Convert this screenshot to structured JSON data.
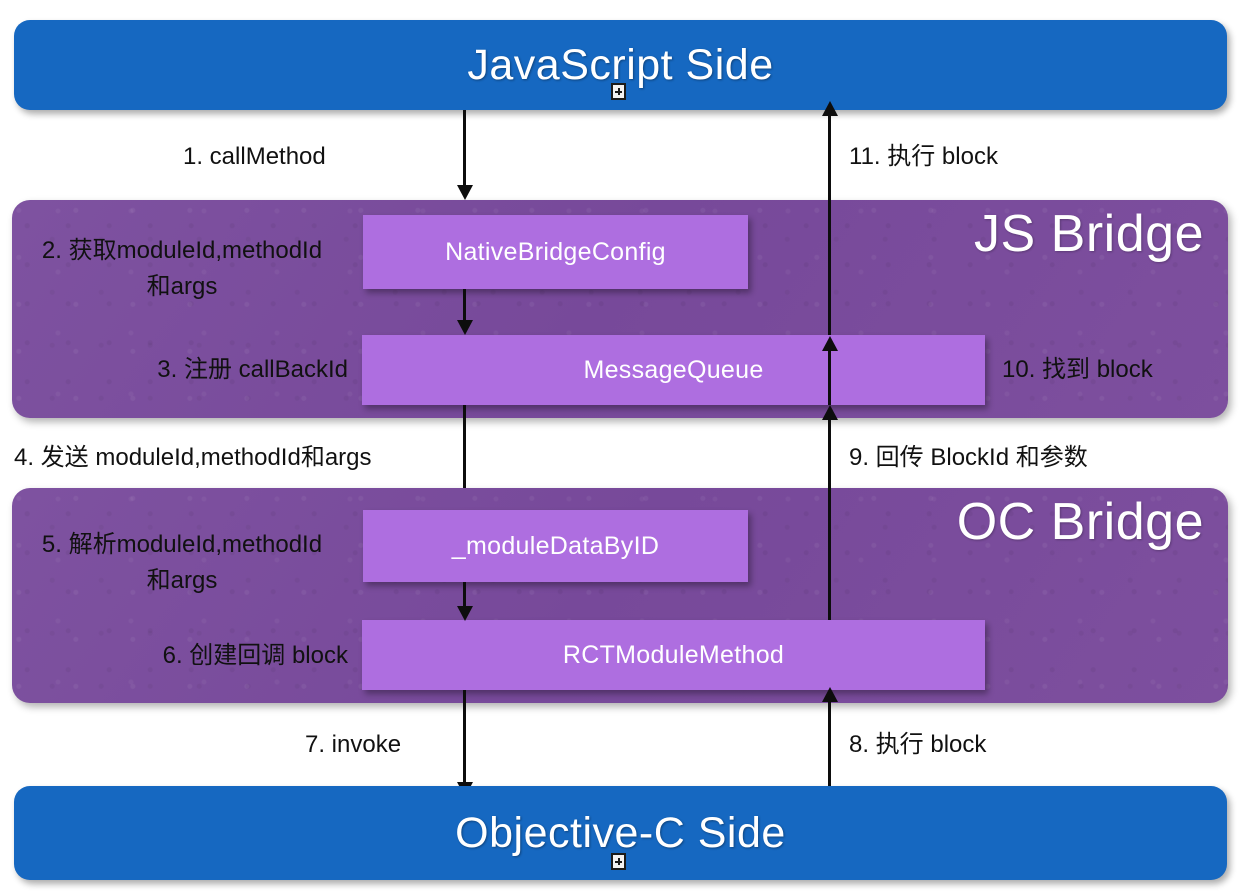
{
  "diagram": {
    "title": "React Native JS / Objective-C Bridge call flow",
    "colors": {
      "side_bar": "#1668c1",
      "bridge_panel": "#7a4e9b",
      "module_box": "#ae6ee0",
      "arrow": "#0d0d0d",
      "text_dark": "#111111",
      "text_light": "#ffffff"
    },
    "sides": [
      {
        "id": "js",
        "label": "JavaScript Side"
      },
      {
        "id": "oc",
        "label": "Objective-C Side"
      }
    ],
    "bridges": [
      {
        "id": "js-bridge",
        "title": "JS Bridge",
        "modules": [
          {
            "id": "nativebridgeconfig",
            "label": "NativeBridgeConfig"
          },
          {
            "id": "messagequeue",
            "label": "MessageQueue"
          }
        ]
      },
      {
        "id": "oc-bridge",
        "title": "OC Bridge",
        "modules": [
          {
            "id": "moduledatabyid",
            "label": "_moduleDataByID"
          },
          {
            "id": "rctmodulemethod",
            "label": "RCTModuleMethod"
          }
        ]
      }
    ],
    "steps": [
      {
        "n": "1",
        "text": "1. callMethod",
        "direction": "down"
      },
      {
        "n": "2",
        "text": "2. 获取moduleId,methodId\n和args",
        "direction": "down"
      },
      {
        "n": "3",
        "text": "3. 注册 callBackId",
        "direction": "down"
      },
      {
        "n": "4",
        "text": "4. 发送 moduleId,methodId和args",
        "direction": "down"
      },
      {
        "n": "5",
        "text": "5. 解析moduleId,methodId\n和args",
        "direction": "down"
      },
      {
        "n": "6",
        "text": "6. 创建回调 block",
        "direction": "down"
      },
      {
        "n": "7",
        "text": "7. invoke",
        "direction": "down"
      },
      {
        "n": "8",
        "text": "8. 执行 block",
        "direction": "up"
      },
      {
        "n": "9",
        "text": "9. 回传 BlockId 和参数",
        "direction": "up"
      },
      {
        "n": "10",
        "text": "10. 找到 block",
        "direction": "up"
      },
      {
        "n": "11",
        "text": "11. 执行 block",
        "direction": "up"
      }
    ],
    "handles": [
      {
        "id": "handle-top",
        "icon": "plus-handle-icon"
      },
      {
        "id": "handle-bottom",
        "icon": "plus-handle-icon"
      }
    ]
  }
}
